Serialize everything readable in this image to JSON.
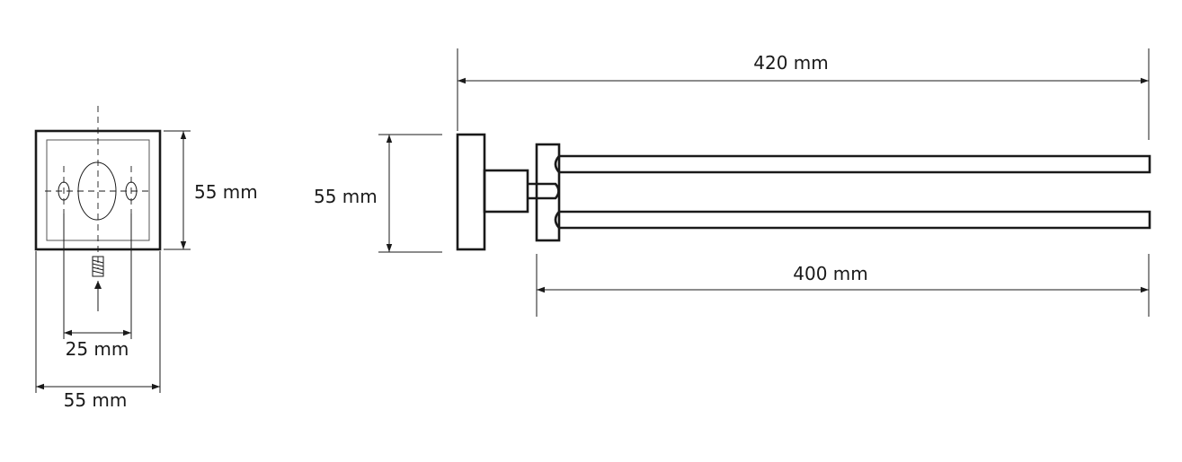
{
  "front_view": {
    "height_label": "55 mm",
    "hole_spacing_label": "25 mm",
    "width_label": "55 mm"
  },
  "side_view": {
    "overall_length_label": "420 mm",
    "height_label": "55 mm",
    "arm_length_label": "400 mm"
  },
  "colors": {
    "line": "#1a1a1a"
  }
}
